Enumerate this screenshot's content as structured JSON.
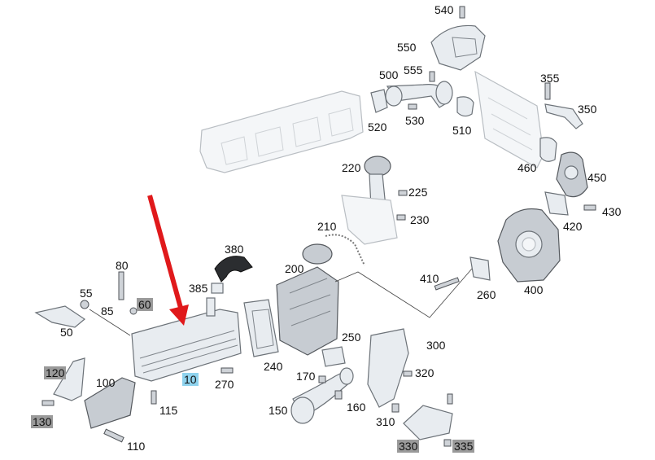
{
  "callouts": [
    {
      "id": "540",
      "text": "540",
      "style": "plain"
    },
    {
      "id": "550",
      "text": "550",
      "style": "plain"
    },
    {
      "id": "555",
      "text": "555",
      "style": "plain"
    },
    {
      "id": "500",
      "text": "500",
      "style": "plain"
    },
    {
      "id": "355",
      "text": "355",
      "style": "plain"
    },
    {
      "id": "350",
      "text": "350",
      "style": "plain"
    },
    {
      "id": "520",
      "text": "520",
      "style": "plain"
    },
    {
      "id": "530",
      "text": "530",
      "style": "plain"
    },
    {
      "id": "510",
      "text": "510",
      "style": "plain"
    },
    {
      "id": "460",
      "text": "460",
      "style": "plain"
    },
    {
      "id": "450",
      "text": "450",
      "style": "plain"
    },
    {
      "id": "220",
      "text": "220",
      "style": "plain"
    },
    {
      "id": "225",
      "text": "225",
      "style": "plain"
    },
    {
      "id": "230",
      "text": "230",
      "style": "plain"
    },
    {
      "id": "420",
      "text": "420",
      "style": "plain"
    },
    {
      "id": "430",
      "text": "430",
      "style": "plain"
    },
    {
      "id": "210",
      "text": "210",
      "style": "plain"
    },
    {
      "id": "380",
      "text": "380",
      "style": "plain"
    },
    {
      "id": "80",
      "text": "80",
      "style": "plain"
    },
    {
      "id": "200",
      "text": "200",
      "style": "plain"
    },
    {
      "id": "410",
      "text": "410",
      "style": "plain"
    },
    {
      "id": "385",
      "text": "385",
      "style": "plain"
    },
    {
      "id": "55",
      "text": "55",
      "style": "plain"
    },
    {
      "id": "85",
      "text": "85",
      "style": "plain"
    },
    {
      "id": "60",
      "text": "60",
      "style": "gray"
    },
    {
      "id": "260",
      "text": "260",
      "style": "plain"
    },
    {
      "id": "400",
      "text": "400",
      "style": "plain"
    },
    {
      "id": "50",
      "text": "50",
      "style": "plain"
    },
    {
      "id": "250",
      "text": "250",
      "style": "plain"
    },
    {
      "id": "300",
      "text": "300",
      "style": "plain"
    },
    {
      "id": "240",
      "text": "240",
      "style": "plain"
    },
    {
      "id": "120",
      "text": "120",
      "style": "gray"
    },
    {
      "id": "10",
      "text": "10",
      "style": "blue"
    },
    {
      "id": "170",
      "text": "170",
      "style": "plain"
    },
    {
      "id": "320",
      "text": "320",
      "style": "plain"
    },
    {
      "id": "100",
      "text": "100",
      "style": "plain"
    },
    {
      "id": "270",
      "text": "270",
      "style": "plain"
    },
    {
      "id": "115",
      "text": "115",
      "style": "plain"
    },
    {
      "id": "160",
      "text": "160",
      "style": "plain"
    },
    {
      "id": "150",
      "text": "150",
      "style": "plain"
    },
    {
      "id": "130",
      "text": "130",
      "style": "gray"
    },
    {
      "id": "310",
      "text": "310",
      "style": "plain"
    },
    {
      "id": "110",
      "text": "110",
      "style": "plain"
    },
    {
      "id": "330",
      "text": "330",
      "style": "gray"
    },
    {
      "id": "335",
      "text": "335",
      "style": "gray"
    }
  ],
  "colors": {
    "arrow": "#e0191b",
    "highlight_blue": "#8fd3ee",
    "highlight_gray": "#9a9a9a"
  }
}
